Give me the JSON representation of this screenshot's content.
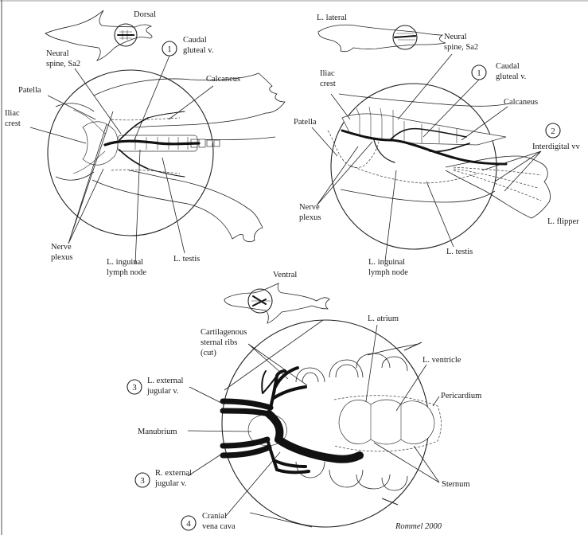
{
  "figure": {
    "credit": "Rommel 2000",
    "colors": {
      "ink": "#1a1a1a",
      "vein": "#111111",
      "background": "#ffffff"
    }
  },
  "panels": {
    "dorsal": {
      "view": "Dorsal",
      "labels": {
        "neural_spine": [
          "Neural",
          "spine, Sa2"
        ],
        "caudal_gluteal": [
          "Caudal",
          "gluteal v."
        ],
        "calcaneus": "Calcaneus",
        "patella": "Patella",
        "iliac_crest": [
          "Iliac",
          "crest"
        ],
        "nerve_plexus": [
          "Nerve",
          "plexus"
        ],
        "inguinal": [
          "L. inguinal",
          "lymph node"
        ],
        "testis": "L. testis"
      },
      "markers": [
        "1"
      ]
    },
    "lateral": {
      "view": "L. lateral",
      "labels": {
        "neural_spine": [
          "Neural",
          "spine, Sa2"
        ],
        "iliac_crest": [
          "Iliac",
          "crest"
        ],
        "caudal_gluteal": [
          "Caudal",
          "gluteal v."
        ],
        "calcaneus": "Calcaneus",
        "patella": "Patella",
        "interdigital": "Interdigital vv",
        "nerve_plexus": [
          "Nerve",
          "plexus"
        ],
        "flipper": "L. flipper",
        "testis": "L. testis",
        "inguinal": [
          "L. inguinal",
          "lymph node"
        ]
      },
      "markers": [
        "1",
        "2"
      ]
    },
    "ventral": {
      "view": "Ventral",
      "labels": {
        "atrium": "L. atrium",
        "ribs": [
          "Cartilagenous",
          "sternal ribs",
          "(cut)"
        ],
        "ventricle": "L. ventricle",
        "l_jugular": [
          "L. external",
          "jugular v."
        ],
        "pericardium": "Pericardium",
        "manubrium": "Manubrium",
        "r_jugular": [
          "R. external",
          "jugular v."
        ],
        "sternum": "Sternum",
        "cranial_vena_cava": [
          "Cranial",
          "vena cava"
        ]
      },
      "markers": [
        "3",
        "3",
        "4"
      ]
    }
  }
}
